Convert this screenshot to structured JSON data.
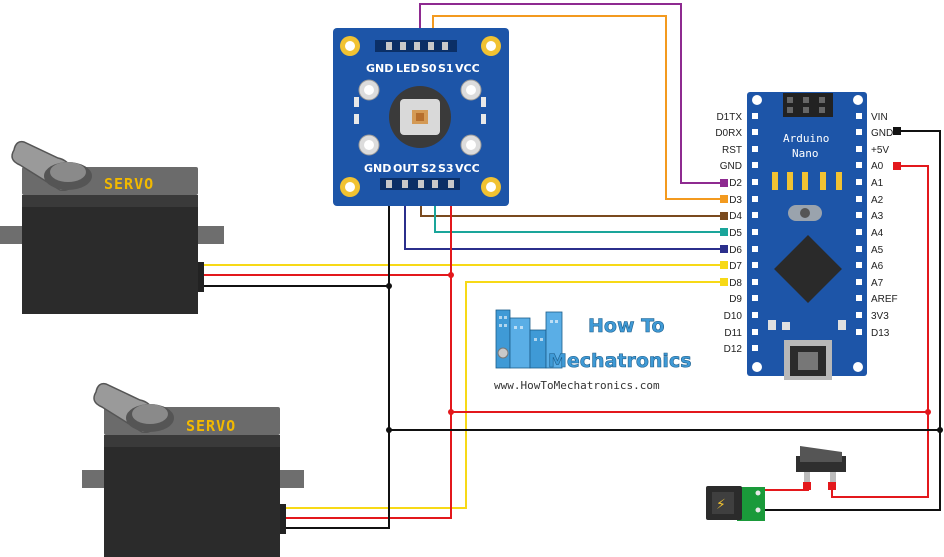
{
  "sensor": {
    "top_labels": [
      "GND",
      "LED",
      "S0",
      "S1",
      "VCC"
    ],
    "bottom_labels": [
      "GND",
      "OUT",
      "S2",
      "S3",
      "VCC"
    ]
  },
  "arduino": {
    "title_line1": "Arduino",
    "title_line2": "Nano",
    "left_pins": [
      "D1TX",
      "D0RX",
      "RST",
      "GND",
      "D2",
      "D3",
      "D4",
      "D5",
      "D6",
      "D7",
      "D8",
      "D9",
      "D10",
      "D11",
      "D12"
    ],
    "right_pins": [
      "VIN",
      "GND",
      "+5V",
      "A0",
      "A1",
      "A2",
      "A3",
      "A4",
      "A5",
      "A6",
      "A7",
      "AREF",
      "3V3",
      "D13"
    ]
  },
  "servo1": {
    "label": "SERVO"
  },
  "servo2": {
    "label": "SERVO"
  },
  "logo": {
    "line1": "How To",
    "line2": "Mechatronics",
    "url": "www.HowToMechatronics.com"
  },
  "power_jack": {
    "symbol": "⚡"
  },
  "colors": {
    "wire_purple": "#8e2a90",
    "wire_orange": "#f39a1f",
    "wire_brown": "#7a4a1e",
    "wire_teal": "#1aa59a",
    "wire_navy": "#2b2f8c",
    "wire_yellow": "#f7d917",
    "wire_red": "#e3181c",
    "wire_black": "#111111",
    "board_blue": "#1d55a8",
    "servo_body": "#2b2b2b"
  }
}
